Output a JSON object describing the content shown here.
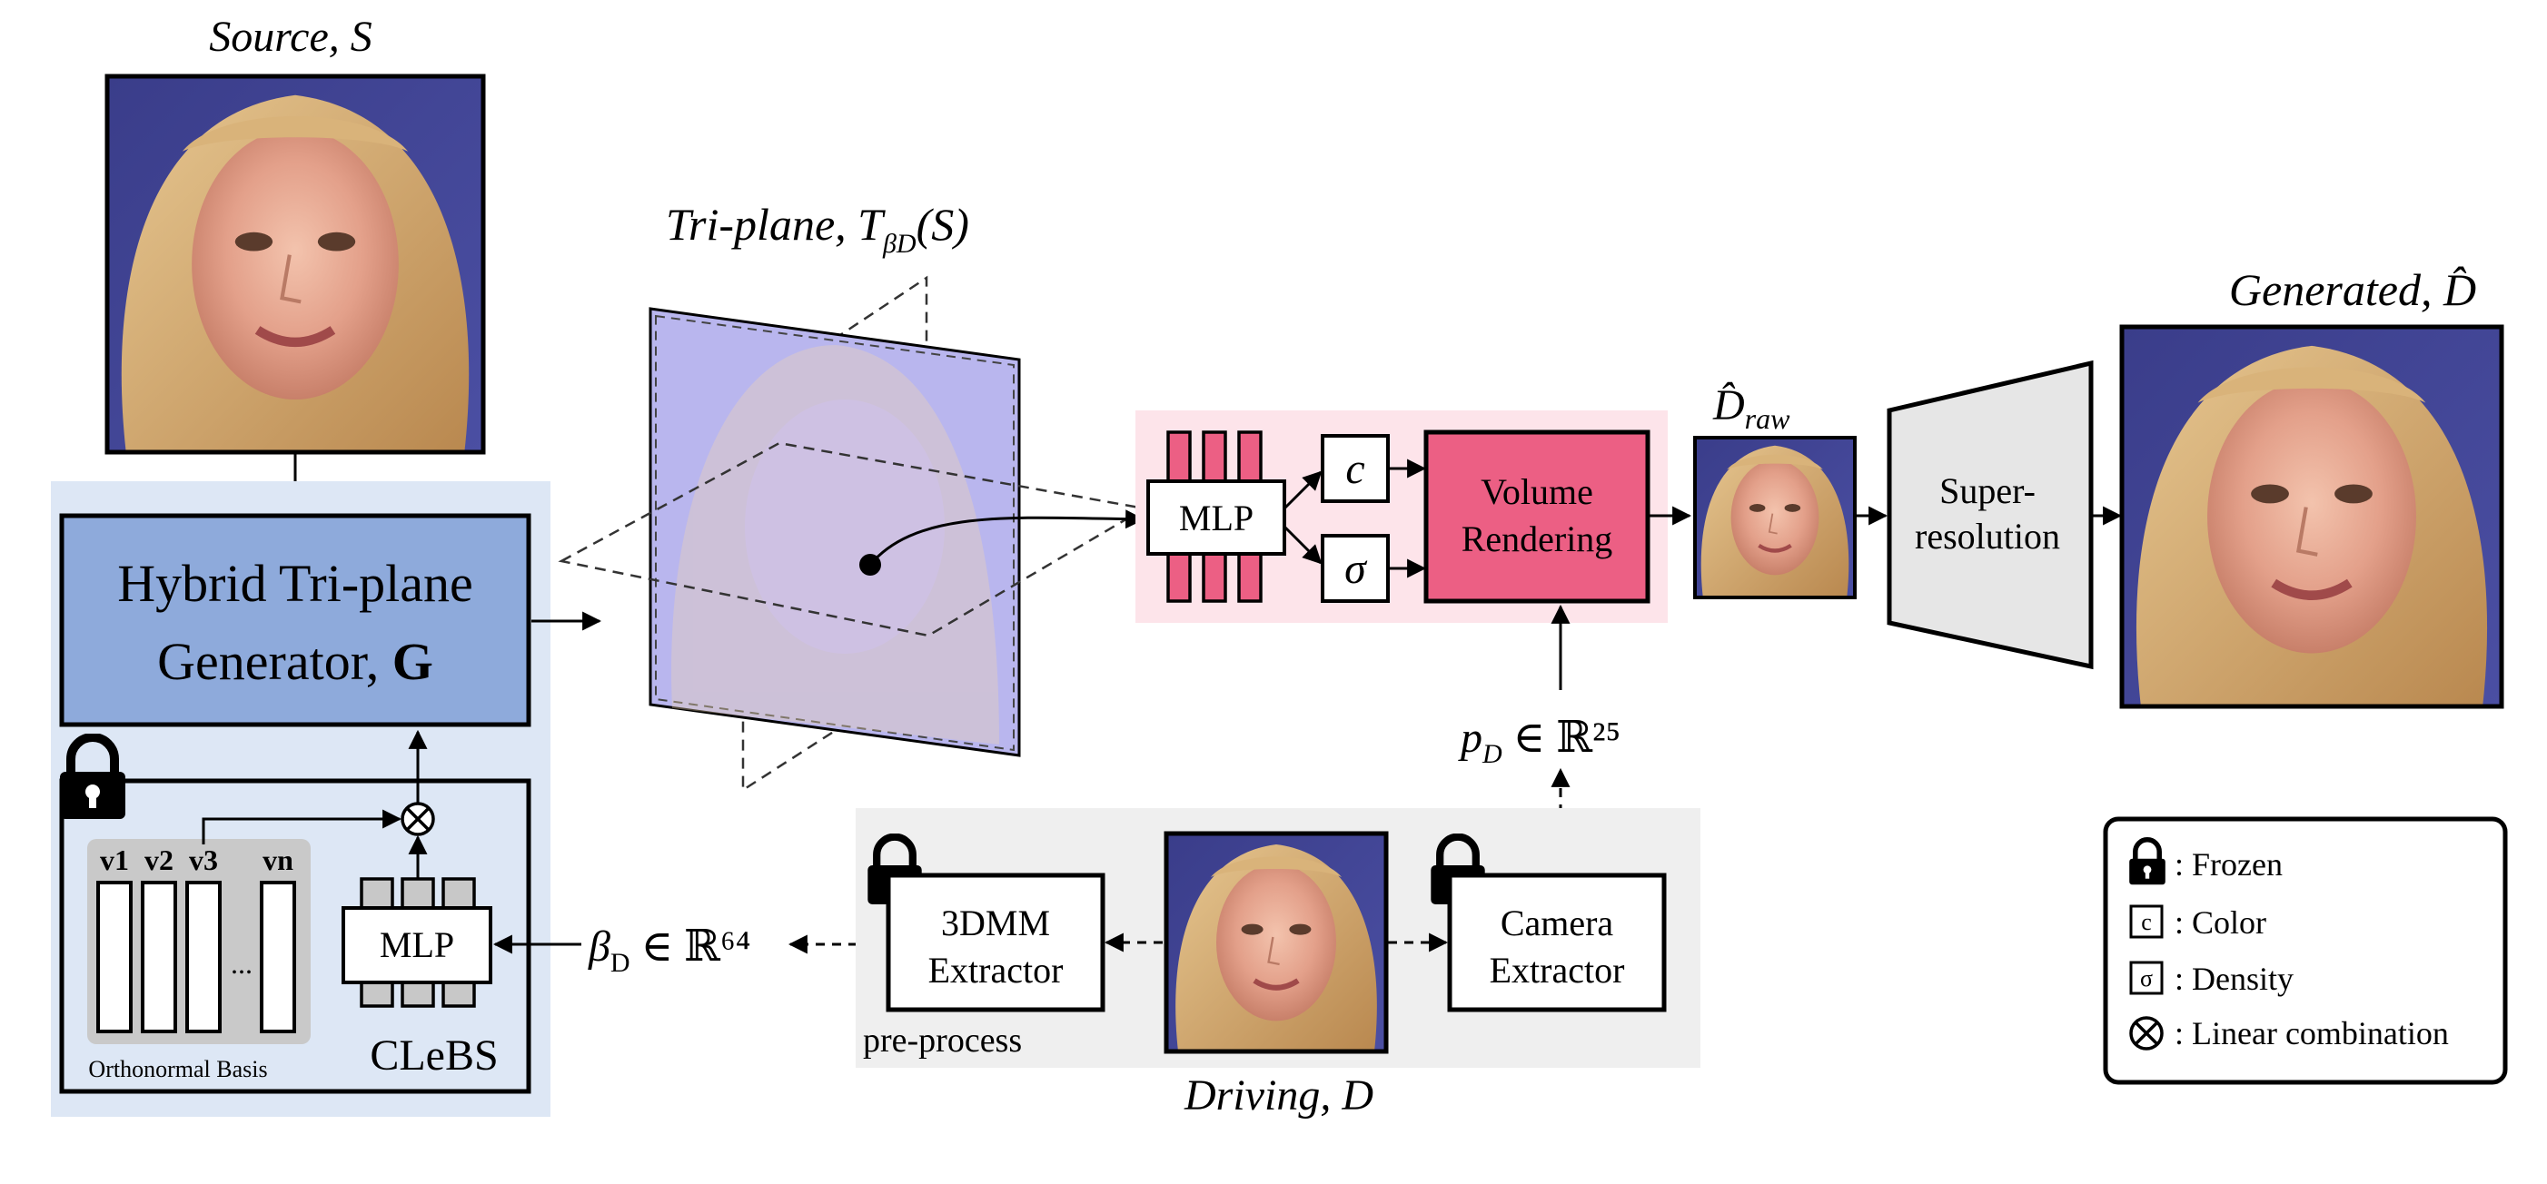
{
  "source": {
    "label": "Source, S"
  },
  "triplane": {
    "label_prefix": "Tri-plane, T",
    "label_sub": "βD",
    "label_suffix": "(S)"
  },
  "generated": {
    "label": "Generated, D̂"
  },
  "d_raw": {
    "label": "D̂",
    "sub": "raw"
  },
  "generator": {
    "line1": "Hybrid Tri-plane",
    "line2": "Generator, ",
    "bold": "G"
  },
  "clebs": {
    "label": "CLeBS",
    "mlp_label": "MLP",
    "basis_label": "Orthonormal Basis",
    "vectors": [
      "v1",
      "v2",
      "v3",
      "vn"
    ],
    "dots": "..."
  },
  "render": {
    "mlp_label": "MLP",
    "color_symbol": "c",
    "density_symbol": "σ",
    "volume_line1": "Volume",
    "volume_line2": "Rendering"
  },
  "super_resolution": {
    "line1": "Super-",
    "line2": "resolution"
  },
  "pose": {
    "label": "p",
    "sub": "D",
    "rest": " ∈ ℝ²⁵"
  },
  "beta": {
    "label": "β",
    "sub": "D",
    "rest": " ∈ ℝ⁶⁴"
  },
  "extract_3dmm": {
    "line1": "3DMM",
    "line2": "Extractor"
  },
  "camera": {
    "line1": "Camera",
    "line2": "Extractor"
  },
  "preprocess": {
    "label": "pre-process"
  },
  "driving": {
    "label": "Driving, D"
  },
  "legend": {
    "frozen": ": Frozen",
    "color_icon": "c",
    "color": ": Color",
    "density_icon": "σ",
    "density": ": Density",
    "linear": ": Linear combination"
  },
  "colors": {
    "generator_fill": "#8eaadb",
    "clebs_bg": "#dde7f5",
    "render_bg": "#fde4ea",
    "pink": "#ec5f84",
    "preprocess_bg": "#efefef",
    "sr_fill": "#e6e6e6",
    "triplane_fill": "#b9b6ee"
  }
}
